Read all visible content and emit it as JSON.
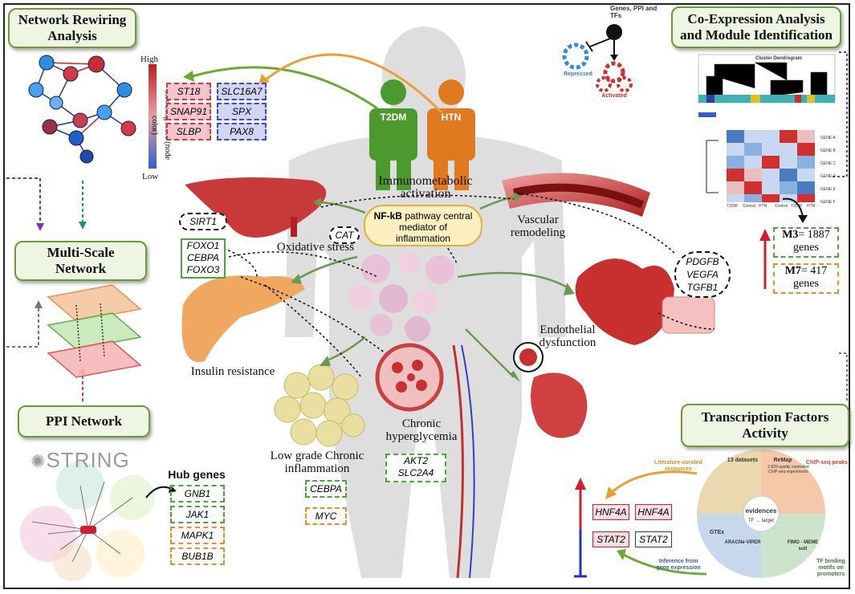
{
  "panels": {
    "network_rewiring": "Network Rewiring Analysis",
    "coexpression": "Co-Expression Analysis and Module Identification",
    "multiscale": "Multi-Scale Network",
    "ppi": "PPI Network",
    "tf_activity": "Transcription Factors Activity"
  },
  "rewiring_scale": {
    "high": "High",
    "low": "Low",
    "title": "Rewiring score (node color)"
  },
  "rewired_genes": {
    "red": [
      "ST18",
      "SNAP91",
      "SLBP"
    ],
    "blue": [
      "SLC16A7",
      "SPX",
      "PAX8"
    ]
  },
  "persons": {
    "left": "T2DM",
    "right": "HTN"
  },
  "regulation": {
    "title": "Genes, PPI and TFs",
    "repressed": "Repressed",
    "activated": "Activated"
  },
  "center": {
    "immuno": "Immunometabolic activation",
    "nfkb_bold": "NF-kB",
    "nfkb_rest": "pathway central mediator of inflammation"
  },
  "processes": {
    "oxidative": "Oxidative stress",
    "vascular": "Vascular remodeling",
    "insulin": "Insulin resistance",
    "endothelial": "Endothelial dysfunction",
    "low_grade": "Low grade Chronic inflammation",
    "hyperglycemia": "Chronic hyperglycemia"
  },
  "genes": {
    "sirt1": "SIRT1",
    "cat": "CAT",
    "foxo": [
      "FOXO1",
      "CEBPA",
      "FOXO3"
    ],
    "pdgfb": [
      "PDGFB",
      "VEGFA",
      "TGFB1"
    ],
    "cebpa": "CEBPA",
    "myc": "MYC",
    "akt": [
      "AKT2",
      "SLC2A4"
    ]
  },
  "modules": {
    "m3": "M3",
    "m3_val": "= 1887",
    "m3_unit": "genes",
    "m7": "M7",
    "m7_val": "= 417",
    "m7_unit": "genes"
  },
  "dendro": {
    "title": "Cluster Dendrogram",
    "heat_genes": [
      "GENE A",
      "GENE B",
      "GENE C",
      "GENE D",
      "GENE E",
      "GENE F"
    ],
    "heat_cols": [
      "T2DM",
      "Control",
      "HTN",
      "Control",
      "T2DM",
      "HTN"
    ]
  },
  "ppi": {
    "string": "STRING",
    "hub_title": "Hub genes",
    "hubs": [
      "GNB1",
      "JAK1",
      "MAPK1",
      "BUB1B"
    ]
  },
  "tf": {
    "lit": "Literature-curated resources",
    "datasets": "13 datasets",
    "remap": "ReMap",
    "remap_sub": "2.829 quality controlled ChIP-seq experiments",
    "chip": "ChIP-seq peaks",
    "evidences": "evidences",
    "tf_target": "TF → target",
    "inference": "Inference from gene expression",
    "tfbs": "TF binding motifs on promoters",
    "fimo": "FIMO - MEME suit",
    "gtex": "GTEx",
    "aracne": "ARACNe-VIPER",
    "genes_left": [
      "HNF4A",
      "STAT2"
    ],
    "genes_right": [
      "HNF4A",
      "STAT2"
    ]
  },
  "colors": {
    "panel_green": "#6a9a3a",
    "red": "#d23a4a",
    "blue": "#3a4ad2",
    "green": "#4aa83a",
    "orange": "#e8902a",
    "t2dm": "#4c9a2e",
    "htn": "#e07a1e"
  }
}
